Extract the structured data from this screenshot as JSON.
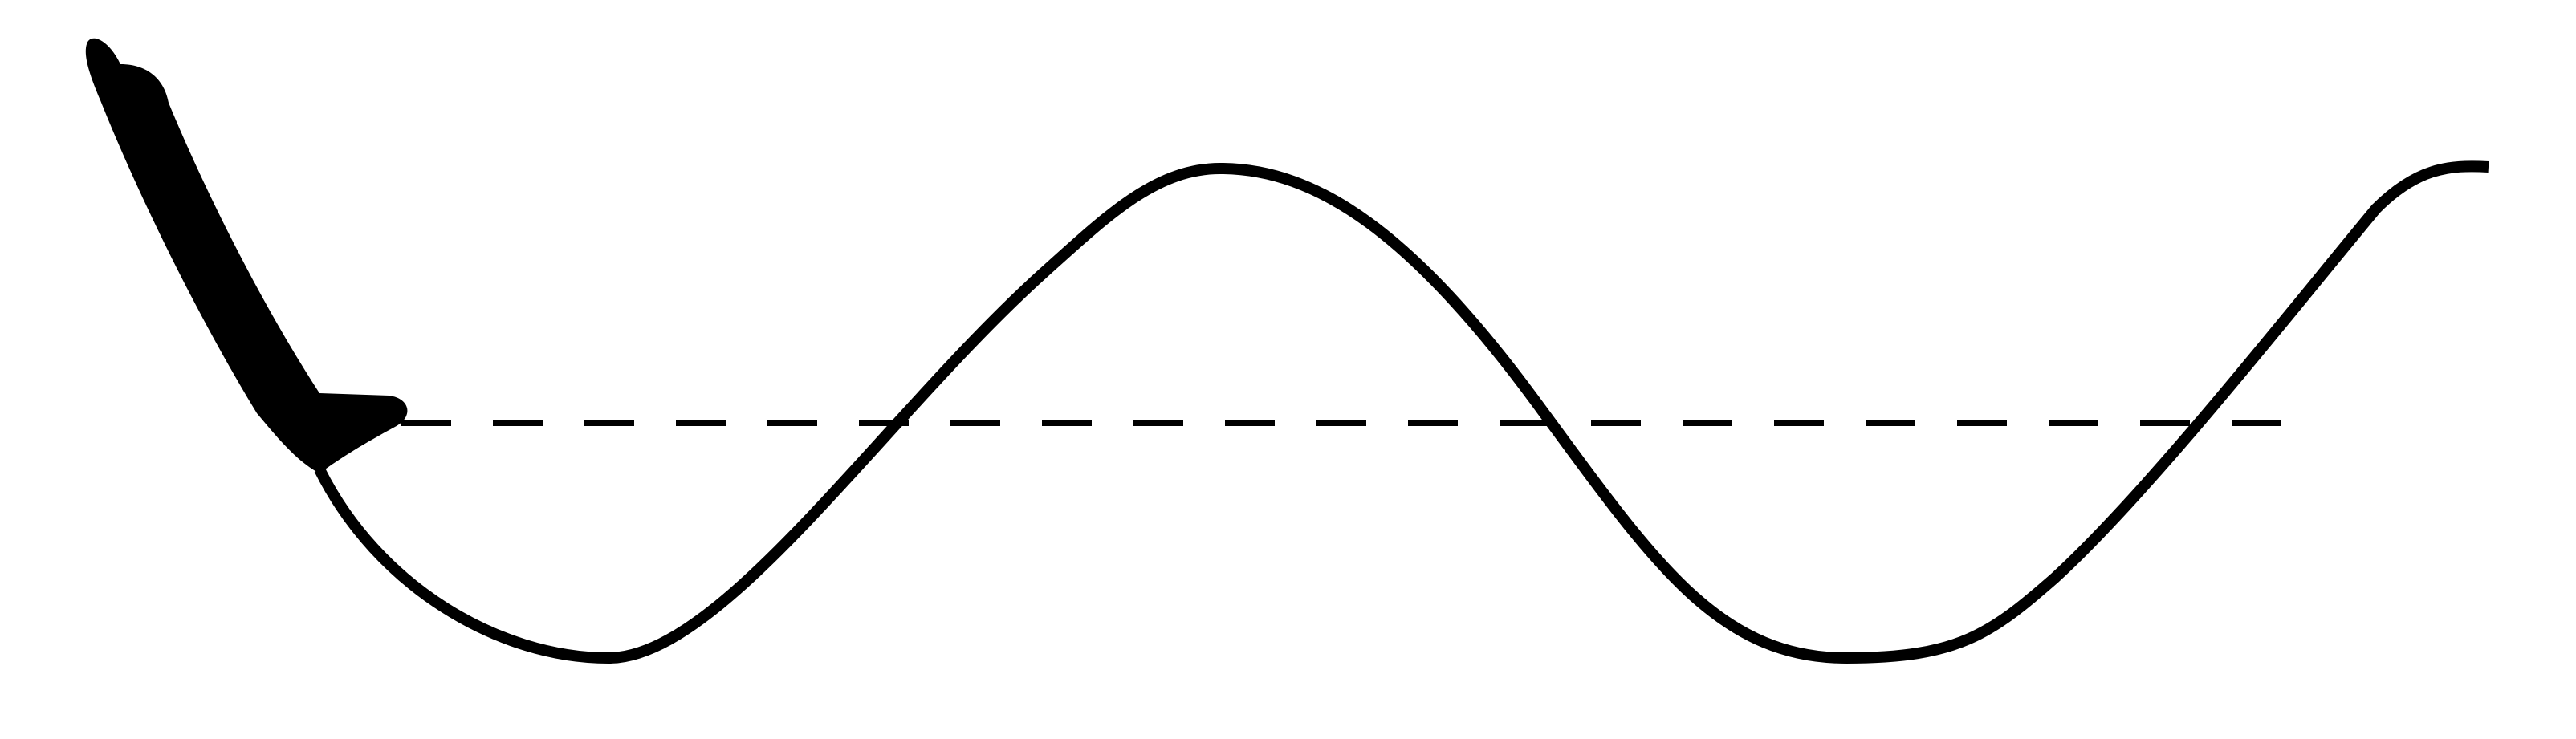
{
  "diagram": {
    "description_type": "wave-diagram",
    "elements": [
      {
        "name": "crest-count",
        "value": 2
      },
      {
        "name": "trough-count",
        "value": 2
      }
    ],
    "colors": {
      "stroke": "#000000",
      "background": "#ffffff"
    },
    "icons": [
      "pen-icon"
    ]
  }
}
